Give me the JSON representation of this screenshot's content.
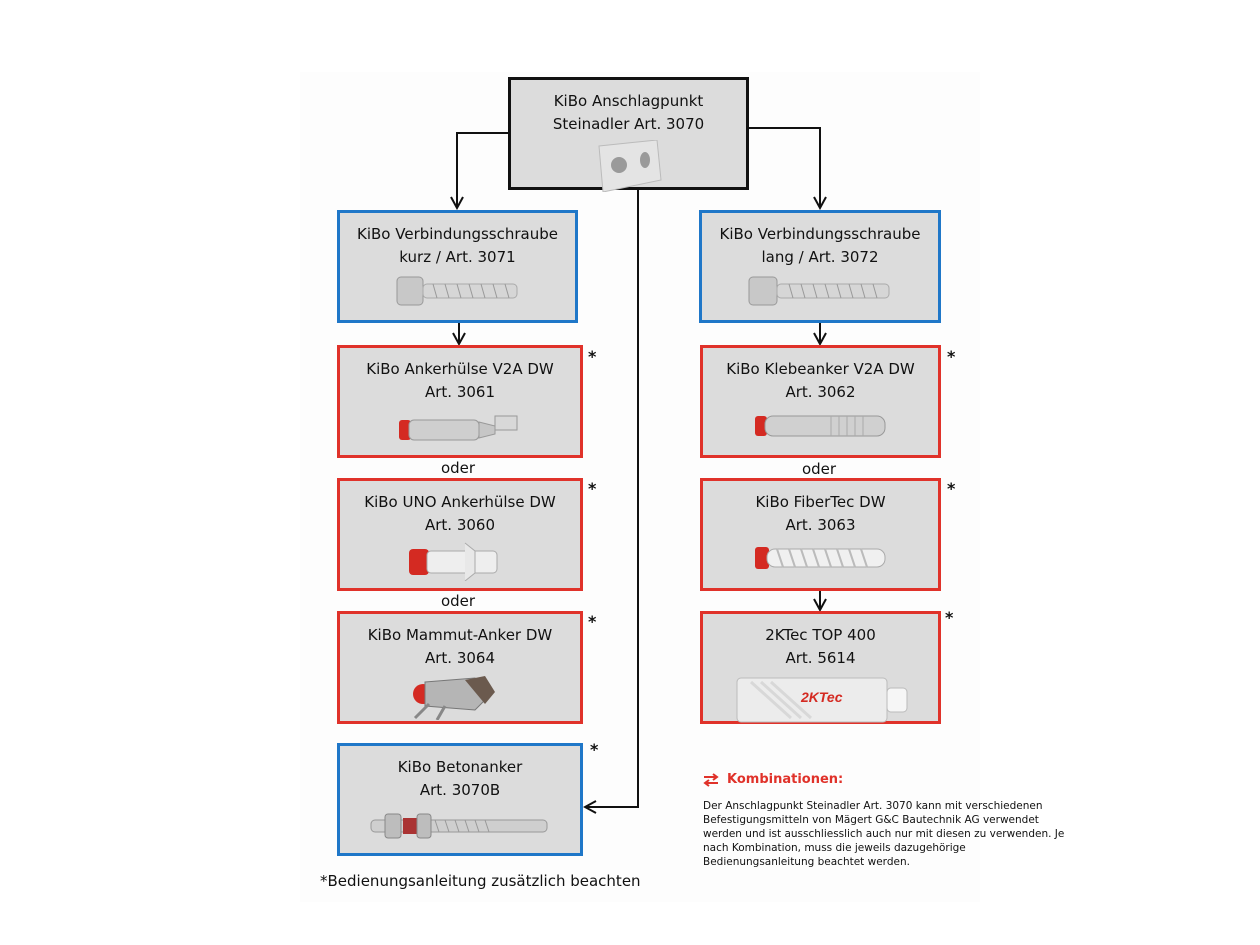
{
  "boxes": {
    "top": {
      "line1": "KiBo Anschlagpunkt",
      "line2": "Steinadler Art. 3070"
    },
    "left_screw": {
      "line1": "KiBo Verbindungsschraube",
      "line2": "kurz / Art. 3071"
    },
    "right_screw": {
      "line1": "KiBo Verbindungsschraube",
      "line2": "lang / Art. 3072"
    },
    "ankerhuelse": {
      "line1": "KiBo Ankerhülse V2A DW",
      "line2": "Art. 3061"
    },
    "uno": {
      "line1": "KiBo UNO Ankerhülse DW",
      "line2": "Art. 3060"
    },
    "mammut": {
      "line1": "KiBo Mammut-Anker DW",
      "line2": "Art. 3064"
    },
    "betonanker": {
      "line1": "KiBo Betonanker",
      "line2": "Art. 3070B"
    },
    "klebeanker": {
      "line1": "KiBo Klebeanker V2A DW",
      "line2": "Art. 3062"
    },
    "fibertec": {
      "line1": "KiBo FiberTec DW",
      "line2": "Art. 3063"
    },
    "top400": {
      "line1": "2KTec TOP 400",
      "line2": "Art. 5614"
    }
  },
  "star": "*",
  "oder": "oder",
  "note": "*Bedienungsanleitung zusätzlich beachten",
  "kombi": {
    "title": "Kombinationen:",
    "text": "Der Anschlagpunkt Steinadler Art. 3070 kann mit verschiedenen Befestigungsmitteln von Mägert G&C Bautechnik AG verwendet werden und ist ausschliesslich auch nur mit diesen zu verwenden. Je nach Kombination, muss die jeweils dazugehörige Bedienungsanleitung beachtet werden.",
    "cartridge_brand": "2KTec"
  },
  "colors": {
    "blue": "#1f77c8",
    "red": "#e0322a",
    "black": "#111111",
    "box_fill": "#dcdcdc"
  },
  "icons": [
    "arrows-icon",
    "plate-image",
    "screw-image",
    "sleeve-image",
    "anchor-image",
    "cartridge-image"
  ]
}
